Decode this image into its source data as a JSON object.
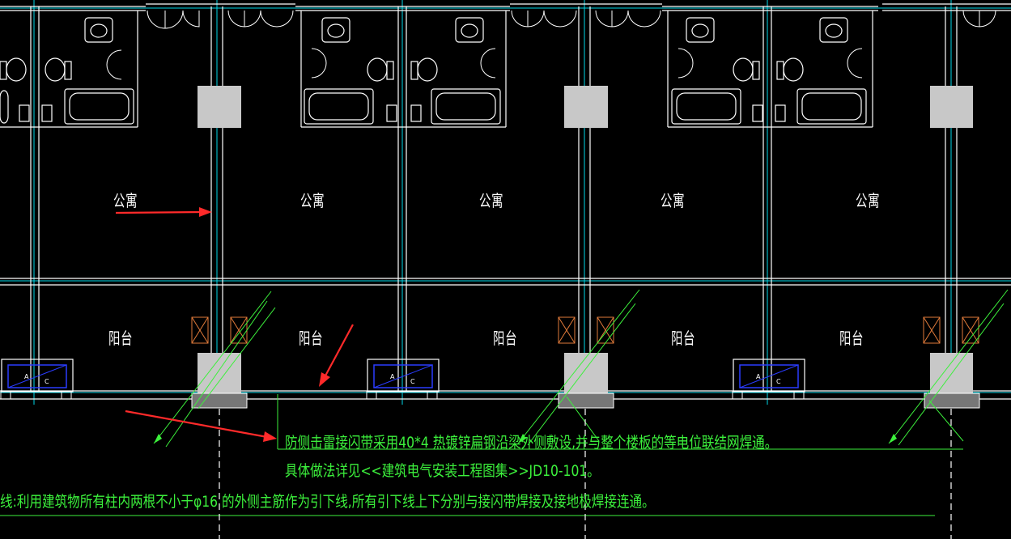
{
  "drawing": {
    "room_labels": [
      {
        "id": "apartment-1",
        "text": "公寓"
      },
      {
        "id": "apartment-2",
        "text": "公寓"
      },
      {
        "id": "apartment-3",
        "text": "公寓"
      },
      {
        "id": "apartment-4",
        "text": "公寓"
      },
      {
        "id": "apartment-5",
        "text": "公寓"
      },
      {
        "id": "balcony-1",
        "text": "阳台"
      },
      {
        "id": "balcony-2",
        "text": "阳台"
      },
      {
        "id": "balcony-3",
        "text": "阳台"
      },
      {
        "id": "balcony-4",
        "text": "阳台"
      },
      {
        "id": "balcony-5",
        "text": "阳台"
      }
    ],
    "ac_unit_labels": [
      "A",
      "C"
    ],
    "notes": {
      "line1": "防侧击雷接闪带采用40*4 热镀锌扁钢沿梁外侧敷设,并与整个楼板的等电位联结网焊通。",
      "line2": "具体做法详见<<建筑电气安装工程图集>>JD10-101。",
      "line3": "线:利用建筑物所有柱内两根不小于φ16 的外侧主筋作为引下线,所有引下线上下分别与接闪带焊接及接地极焊接连通。"
    },
    "colors": {
      "background": "#000000",
      "wall": "#ffffff",
      "axis": "#00d8e8",
      "column_fill": "#c8c8c8",
      "note_text": "#3cf03c",
      "leader": "#3cf03c",
      "arrow": "#ff2a2a",
      "ac_box": "#2a3cff"
    }
  }
}
